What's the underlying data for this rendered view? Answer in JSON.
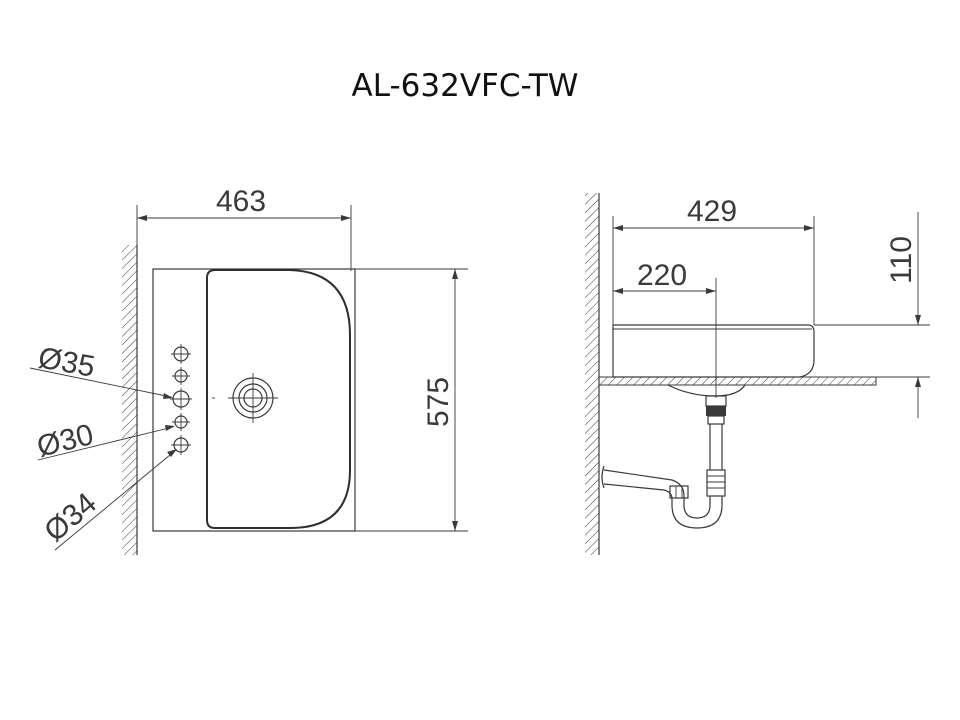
{
  "title": "AL-632VFC-TW",
  "top_view": {
    "width_label": "463",
    "depth_label": "575",
    "hole_labels": [
      "Ø35",
      "Ø30",
      "Ø34"
    ]
  },
  "side_view": {
    "overall_label": "429",
    "center_label": "220",
    "height_label": "110"
  }
}
